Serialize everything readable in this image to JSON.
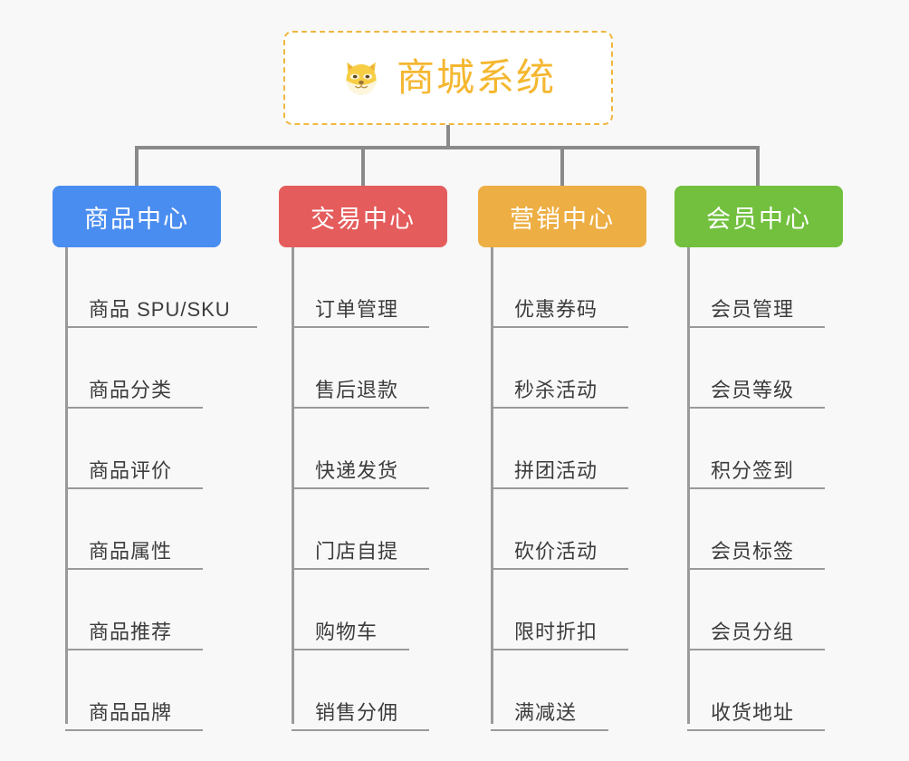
{
  "diagram": {
    "type": "tree-mindmap",
    "background_color": "#f8f8f8",
    "root": {
      "title": "商城系统",
      "icon": "shiba-dog-face-icon",
      "text_color": "#f5b731",
      "border_color": "#f0b740",
      "border_style": "dashed",
      "fill_color": "#ffffff"
    },
    "connector_color": "#8a8a8a",
    "branches": [
      {
        "label": "商品中心",
        "color": "#4a8df0",
        "items": [
          "商品 SPU/SKU",
          "商品分类",
          "商品评价",
          "商品属性",
          "商品推荐",
          "商品品牌"
        ]
      },
      {
        "label": "交易中心",
        "color": "#e55c5c",
        "items": [
          "订单管理",
          "售后退款",
          "快递发货",
          "门店自提",
          "购物车",
          "销售分佣"
        ]
      },
      {
        "label": "营销中心",
        "color": "#edae43",
        "items": [
          "优惠券码",
          "秒杀活动",
          "拼团活动",
          "砍价活动",
          "限时折扣",
          "满减送"
        ]
      },
      {
        "label": "会员中心",
        "color": "#72c03e",
        "items": [
          "会员管理",
          "会员等级",
          "积分签到",
          "会员标签",
          "会员分组",
          "收货地址"
        ]
      }
    ]
  }
}
